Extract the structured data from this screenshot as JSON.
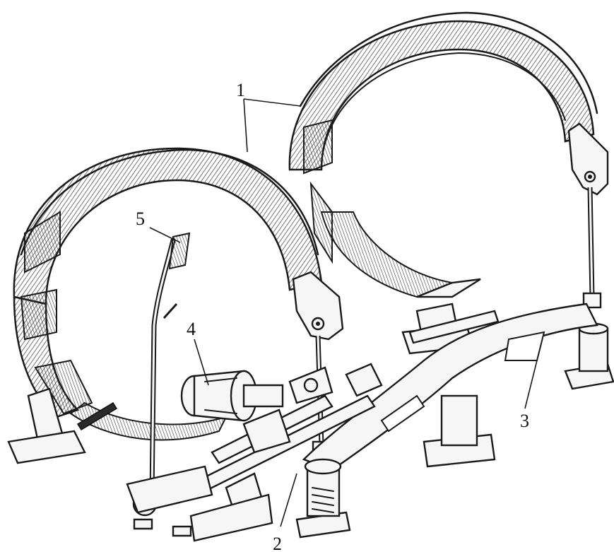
{
  "figure": {
    "callouts": {
      "label_1": "1",
      "label_2": "2",
      "label_3": "3",
      "label_4": "4",
      "label_5": "5"
    }
  },
  "colors": {
    "ink": "#1a1a1a",
    "paper": "#ffffff",
    "hatch": "#3a3a3a"
  }
}
